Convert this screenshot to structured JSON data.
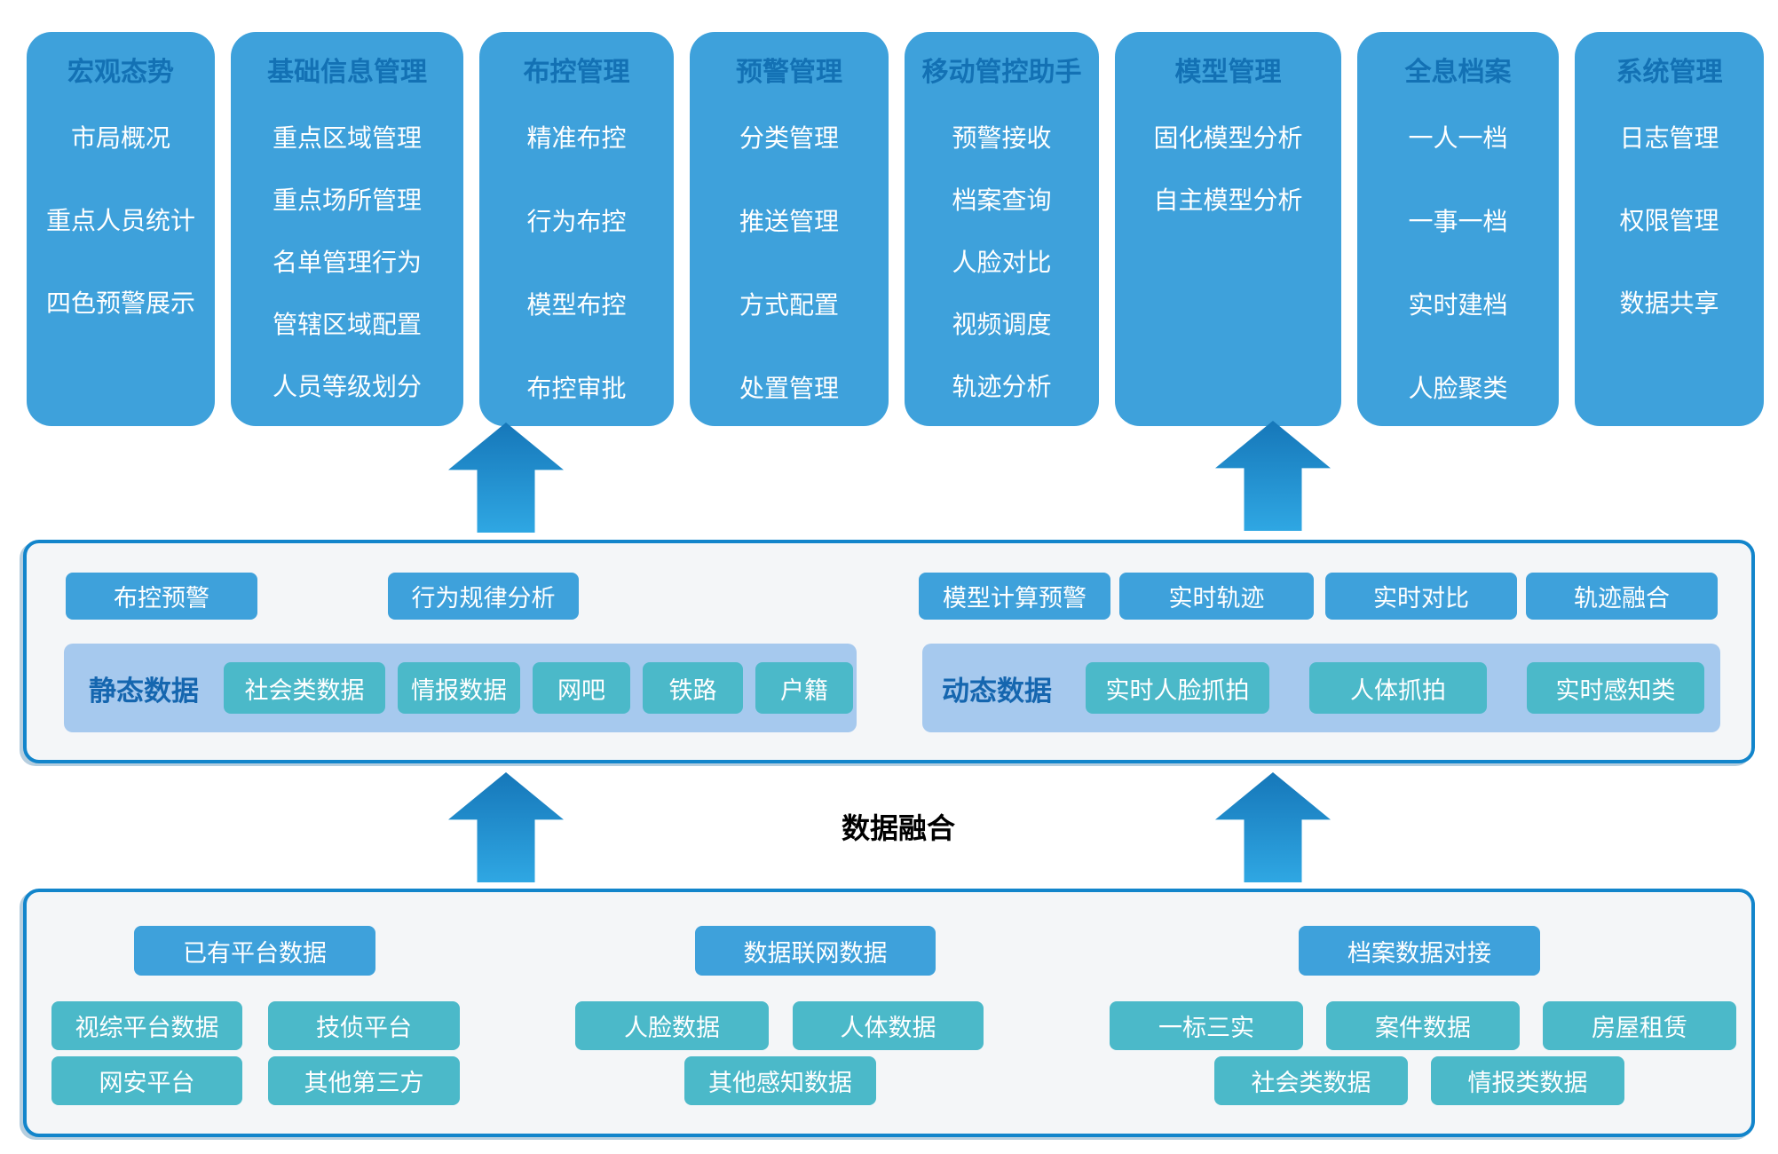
{
  "colors": {
    "module_bg": "#3EA1DB",
    "module_title": "#1371B4",
    "teal": "#4BB9C9",
    "band_bg": "#A6C9EE",
    "band_label": "#1566AF",
    "layer_border": "#1285CB",
    "layer_bg": "#F4F6F8",
    "arrow_dark": "#1677B9",
    "arrow_light": "#2FA7E3",
    "fusion_text": "#000000"
  },
  "modules": [
    {
      "title": "宏观态势",
      "items": [
        "市局概况",
        "重点人员统计",
        "四色预警展示"
      ]
    },
    {
      "title": "基础信息管理",
      "items": [
        "重点区域管理",
        "重点场所管理",
        "名单管理行为",
        "管辖区域配置",
        "人员等级划分"
      ]
    },
    {
      "title": "布控管理",
      "items": [
        "精准布控",
        "行为布控",
        "模型布控",
        "布控审批"
      ]
    },
    {
      "title": "预警管理",
      "items": [
        "分类管理",
        "推送管理",
        "方式配置",
        "处置管理"
      ]
    },
    {
      "title": "移动管控助手",
      "items": [
        "预警接收",
        "档案查询",
        "人脸对比",
        "视频调度",
        "轨迹分析"
      ]
    },
    {
      "title": "模型管理",
      "items": [
        "固化模型分析",
        "自主模型分析"
      ]
    },
    {
      "title": "全息档案",
      "items": [
        "一人一档",
        "一事一档",
        "实时建档",
        "人脸聚类"
      ]
    },
    {
      "title": "系统管理",
      "items": [
        "日志管理",
        "权限管理",
        "数据共享"
      ]
    }
  ],
  "fusion_layer": {
    "left": {
      "pills": [
        "布控预警",
        "行为规律分析"
      ],
      "band": {
        "label": "静态数据",
        "pills": [
          "社会类数据",
          "情报数据",
          "网吧",
          "铁路",
          "户籍"
        ]
      }
    },
    "right": {
      "pills": [
        "模型计算预警",
        "实时轨迹",
        "实时对比",
        "轨迹融合"
      ],
      "band": {
        "label": "动态数据",
        "pills": [
          "实时人脸抓拍",
          "人体抓拍",
          "实时感知类"
        ]
      }
    }
  },
  "fusion_label": "数据融合",
  "source_layer": {
    "groups": [
      {
        "header": "已有平台数据",
        "rows": [
          [
            "视综平台数据",
            "技侦平台"
          ],
          [
            "网安平台",
            "其他第三方"
          ]
        ]
      },
      {
        "header": "数据联网数据",
        "rows": [
          [
            "人脸数据",
            "人体数据"
          ],
          [
            "其他感知数据"
          ]
        ]
      },
      {
        "header": "档案数据对接",
        "rows": [
          [
            "一标三实",
            "案件数据",
            "房屋租赁"
          ],
          [
            "社会类数据",
            "情报类数据"
          ]
        ]
      }
    ]
  }
}
